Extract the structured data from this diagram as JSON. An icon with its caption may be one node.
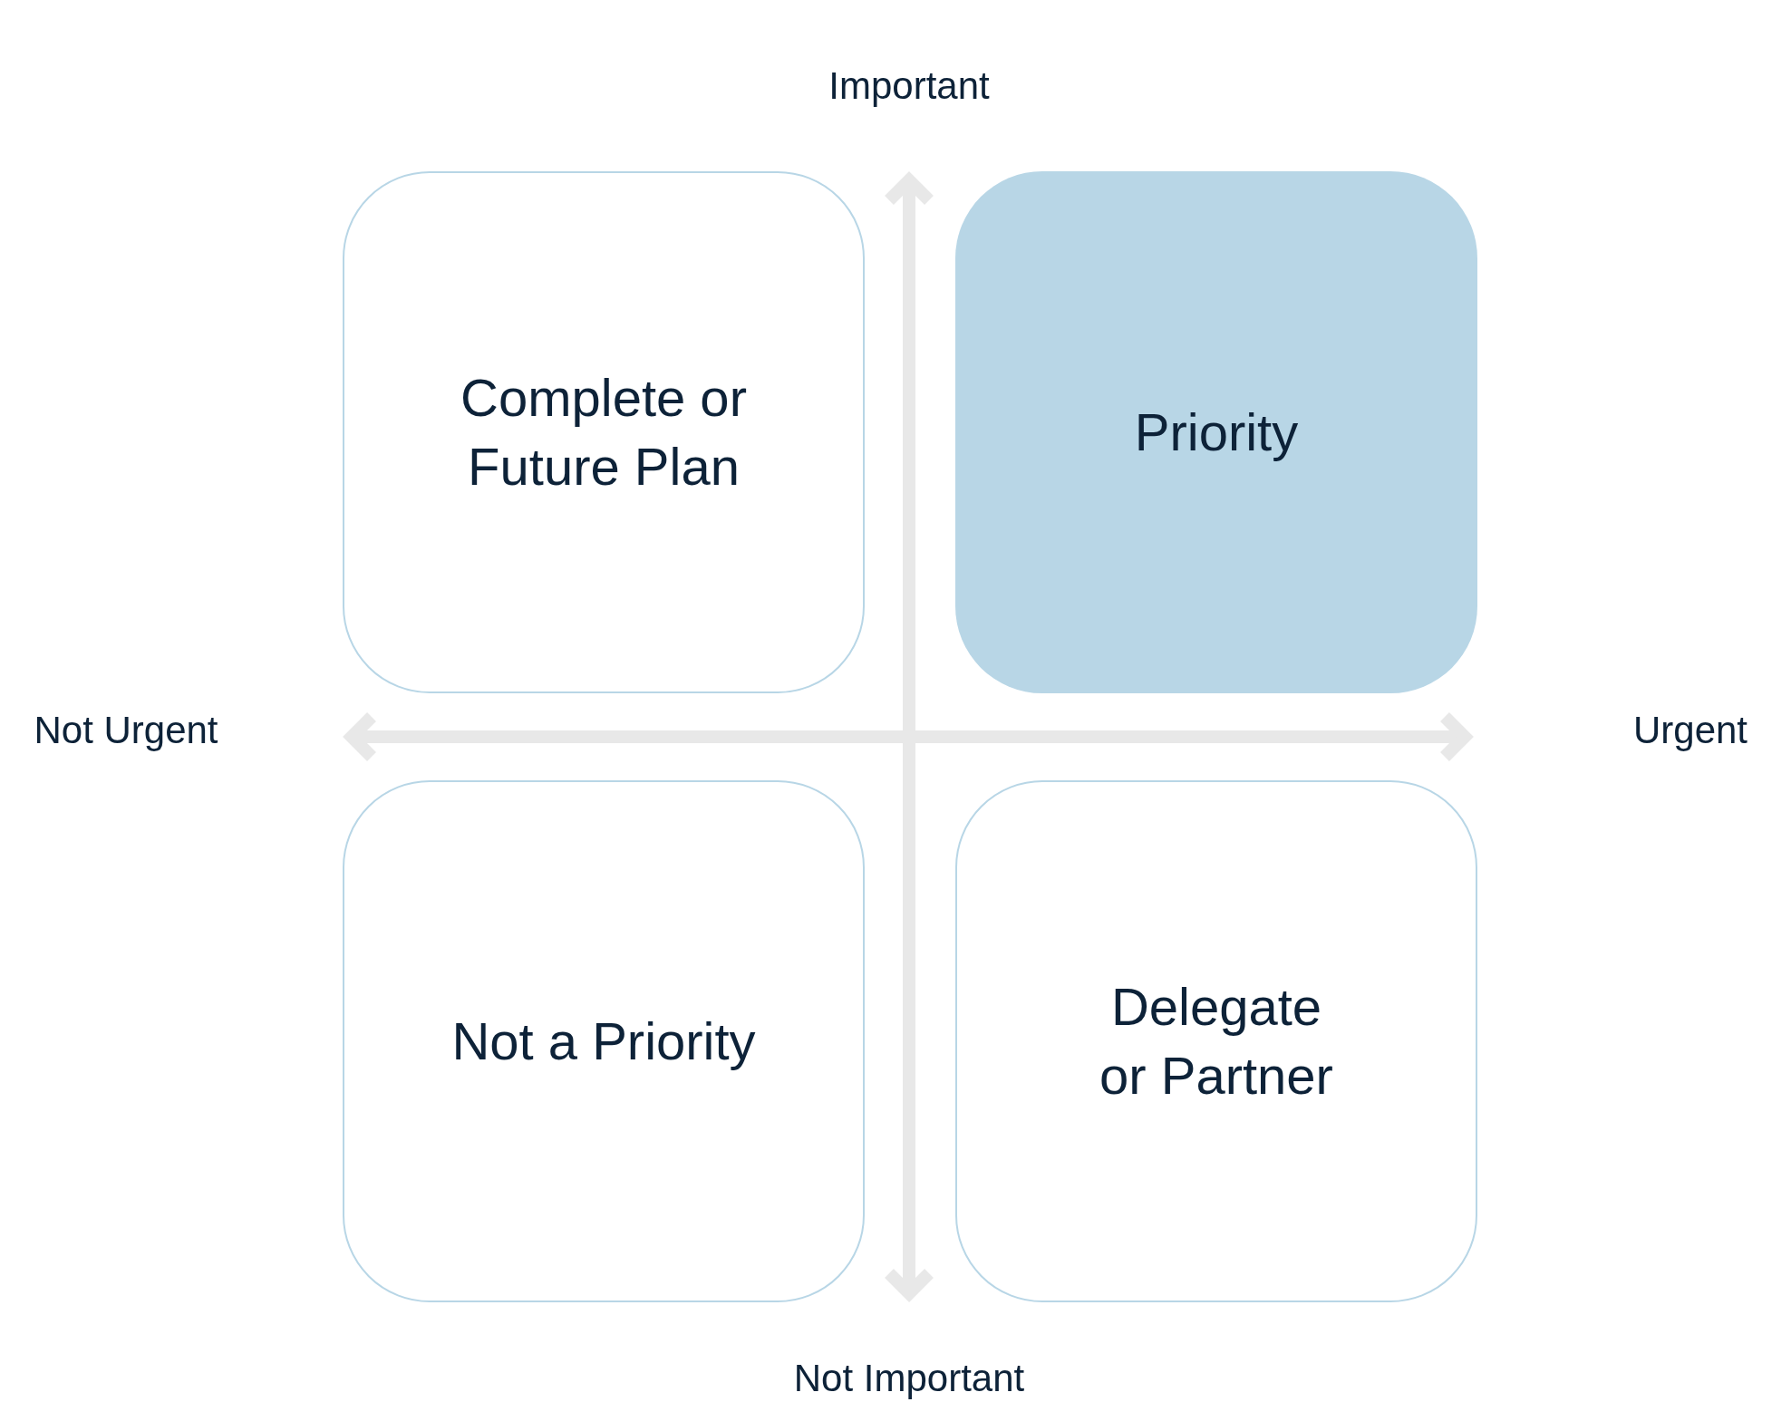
{
  "diagram": {
    "nodes": [
      {
        "text": [
          "Complete or Future Plan"
        ]
      },
      {
        "text": [
          "Priority"
        ]
      },
      {
        "text": [
          "Not a Priority"
        ]
      },
      {
        "text": [
          "Delegate or Partner"
        ]
      }
    ],
    "labels": [
      "Important",
      "Not Urgent",
      "Urgent",
      "Not Important"
    ]
  }
}
